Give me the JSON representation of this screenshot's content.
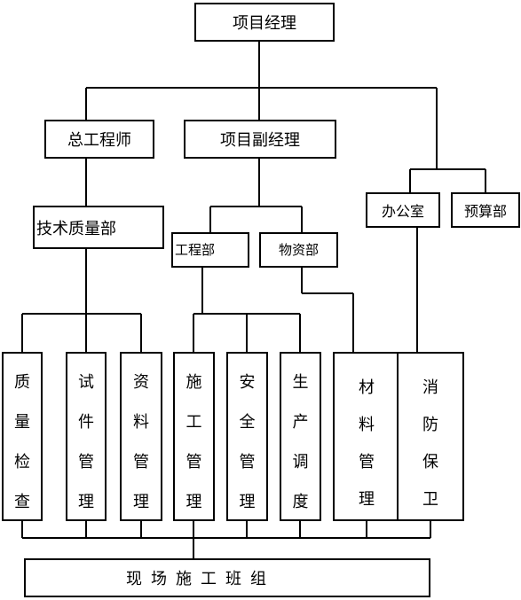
{
  "org_chart": {
    "project_manager": "项目经理",
    "chief_engineer": "总工程师",
    "deputy_manager": "项目副经理",
    "office": "办公室",
    "budget_dept": "预算部",
    "tech_quality_dept": "技术质量部",
    "engineering_dept": "工程部",
    "materials_dept": "物资部",
    "quality_inspection": "质量检查",
    "trial_piece_mgmt": "试件管理",
    "document_mgmt": "资料管理",
    "construction_mgmt": "施工管理",
    "safety_mgmt": "安全管理",
    "production_dispatch": "生产调度",
    "material_mgmt": "材料管理",
    "fire_security": "消防保卫",
    "site_crews": "现场施工班组"
  }
}
